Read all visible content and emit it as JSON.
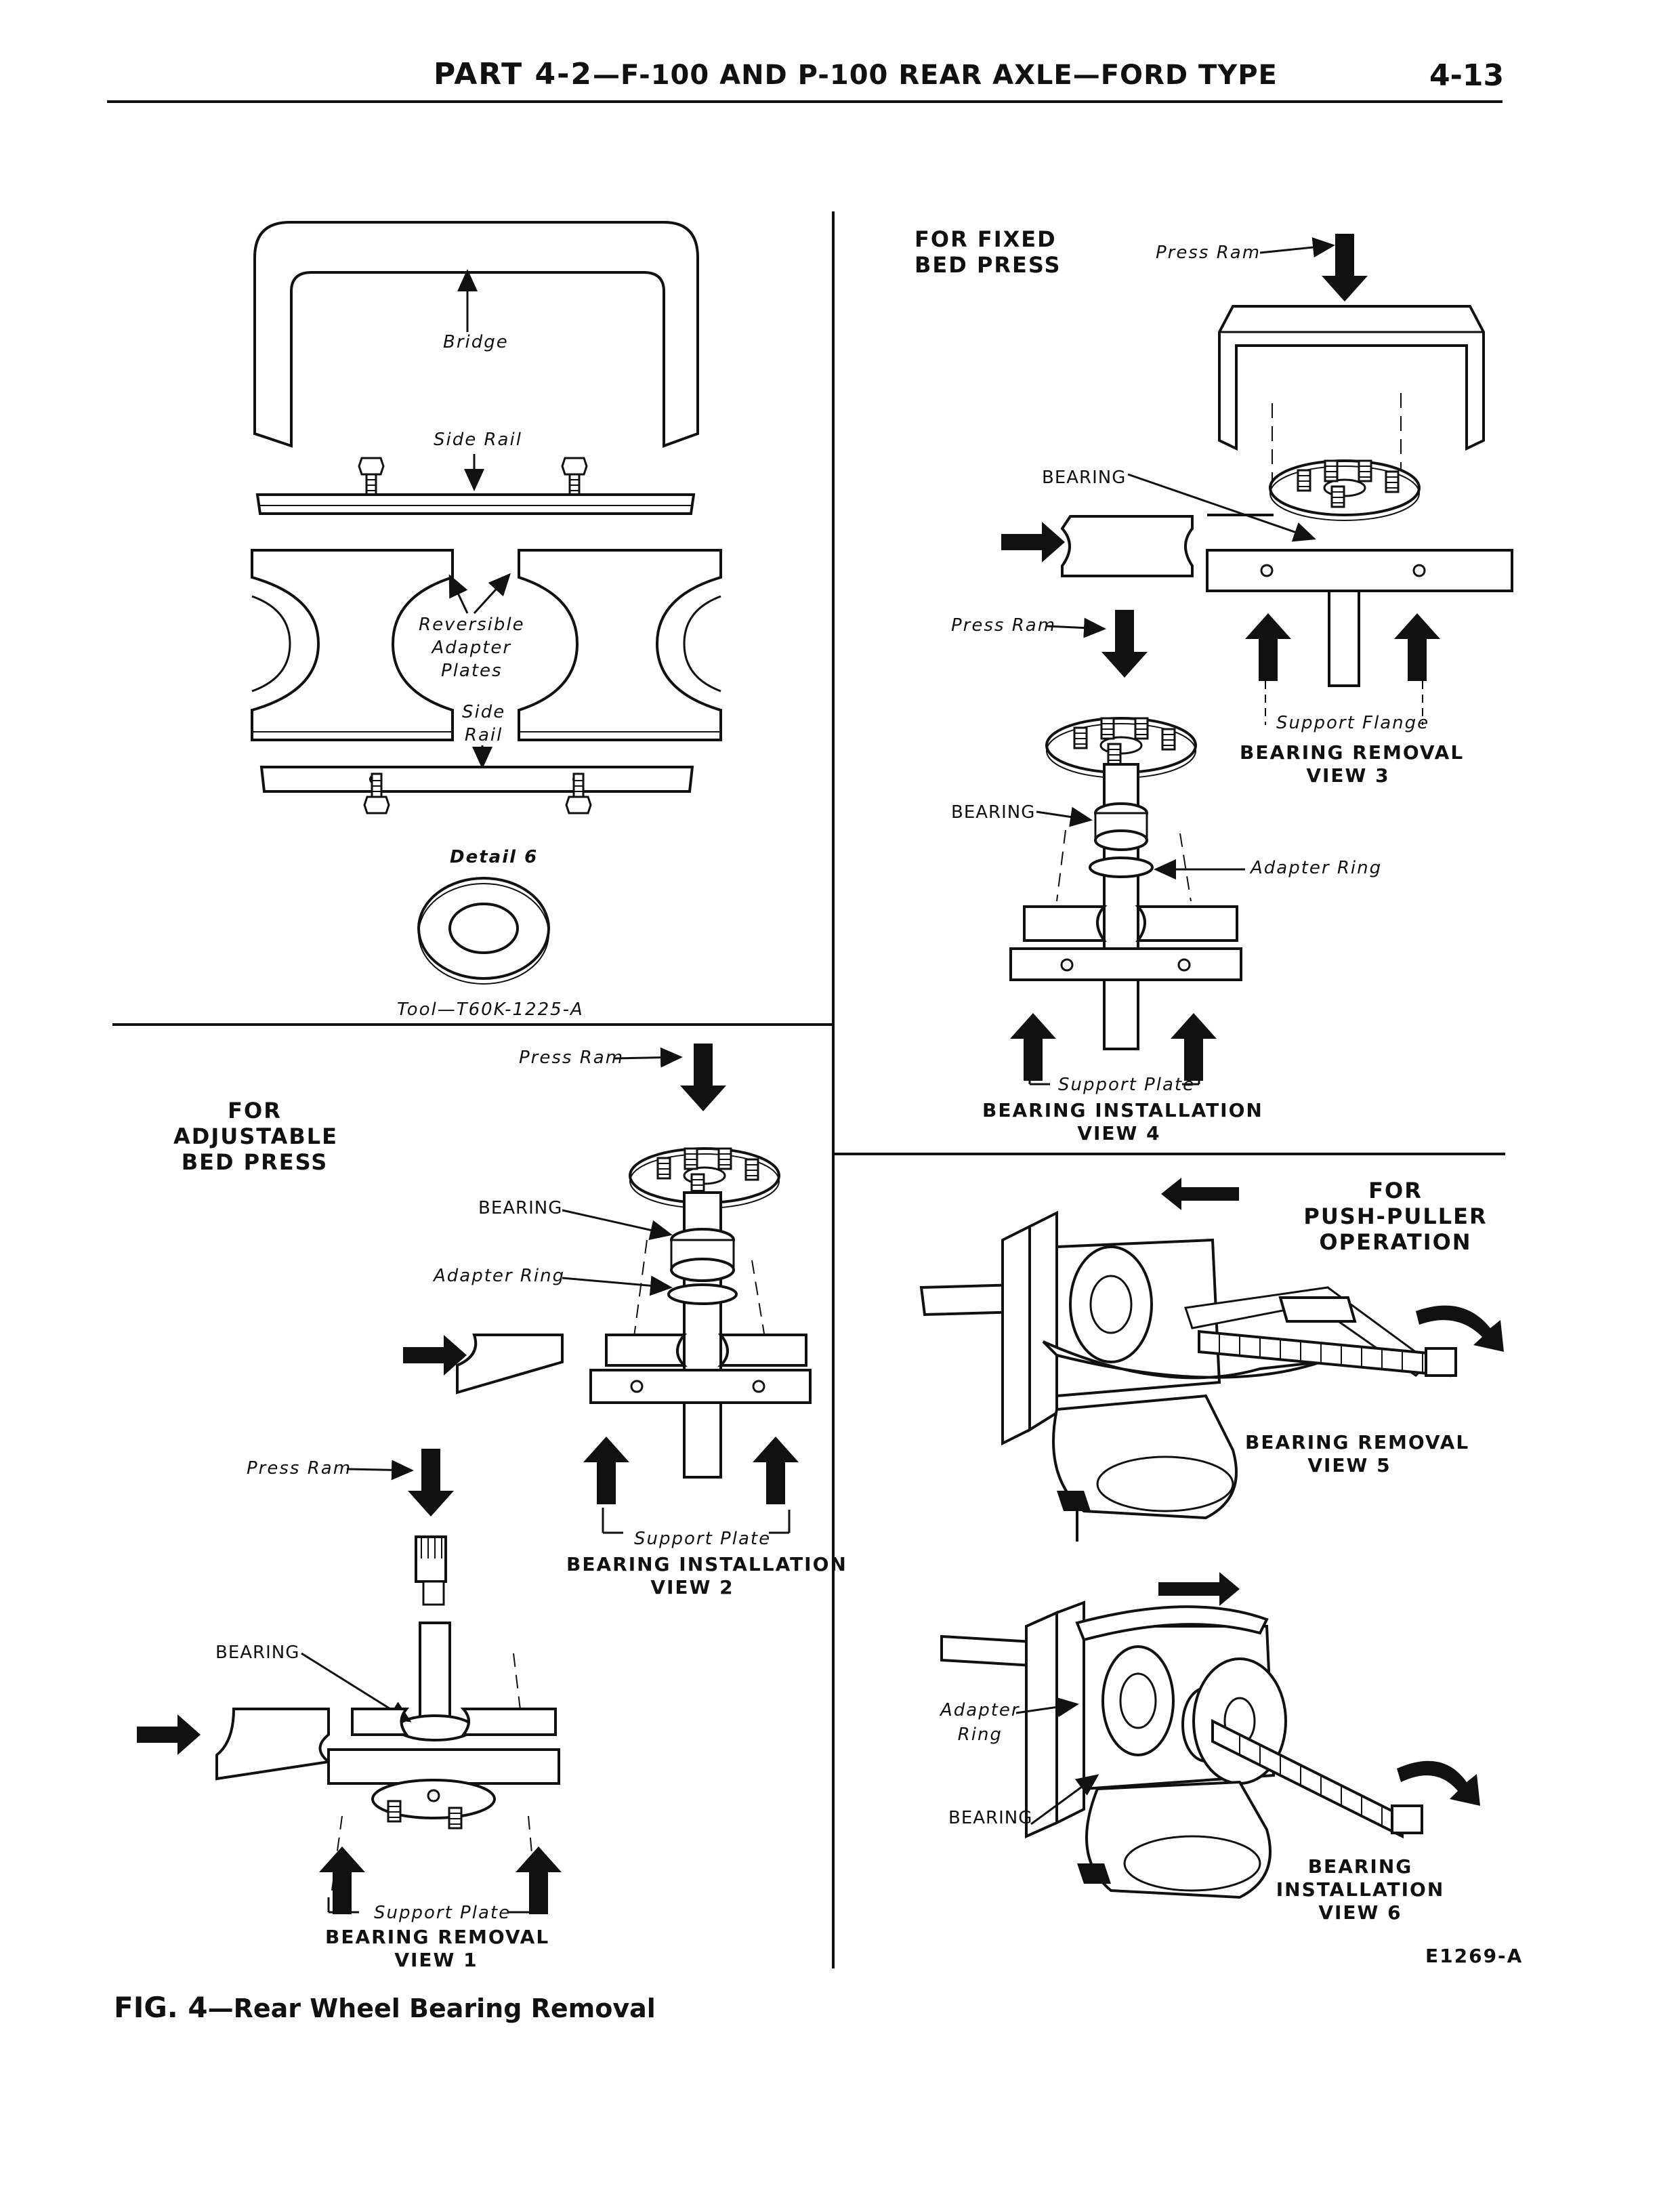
{
  "header": {
    "part": "PART 4-2",
    "title": "—F-100 AND P-100 REAR AXLE—FORD TYPE",
    "page_number": "4-13"
  },
  "detail": {
    "bridge_label": "Bridge",
    "side_rail_top_label": "Side Rail",
    "adapter_plates_label": [
      "Reversible",
      "Adapter",
      "Plates"
    ],
    "side_rail_bottom_label": [
      "Side",
      "Rail"
    ],
    "detail_label": "Detail 6",
    "tool_label": "Tool—T60K-1225-A"
  },
  "fixed_bed": {
    "heading": [
      "FOR FIXED",
      "BED PRESS"
    ],
    "view3": {
      "press_ram": "Press Ram",
      "bearing": "BEARING",
      "support_flange": "Support Flange",
      "caption": [
        "BEARING REMOVAL",
        "VIEW 3"
      ]
    },
    "view4": {
      "press_ram": "Press Ram",
      "bearing": "BEARING",
      "adapter_ring": "Adapter Ring",
      "support_plate": "Support Plate",
      "caption": [
        "BEARING INSTALLATION",
        "VIEW 4"
      ]
    }
  },
  "adjustable_bed": {
    "heading": [
      "FOR",
      "ADJUSTABLE",
      "BED PRESS"
    ],
    "view2": {
      "press_ram": "Press Ram",
      "bearing": "BEARING",
      "adapter_ring": "Adapter Ring",
      "support_plate": "Support Plate",
      "caption": [
        "BEARING INSTALLATION",
        "VIEW 2"
      ]
    },
    "view1": {
      "press_ram": "Press Ram",
      "bearing": "BEARING",
      "support_plate": "Support Plate",
      "caption": [
        "BEARING REMOVAL",
        "VIEW 1"
      ]
    }
  },
  "push_puller": {
    "heading": [
      "FOR",
      "PUSH-PULLER",
      "OPERATION"
    ],
    "view5": {
      "caption": [
        "BEARING REMOVAL",
        "VIEW 5"
      ]
    },
    "view6": {
      "adapter_ring": [
        "Adapter",
        "Ring"
      ],
      "bearing": "BEARING",
      "caption": [
        "BEARING",
        "INSTALLATION",
        "VIEW 6"
      ]
    }
  },
  "figure": {
    "code": "E1269-A",
    "caption_prefix": "FIG. 4",
    "caption_text": "—Rear Wheel Bearing Removal"
  }
}
